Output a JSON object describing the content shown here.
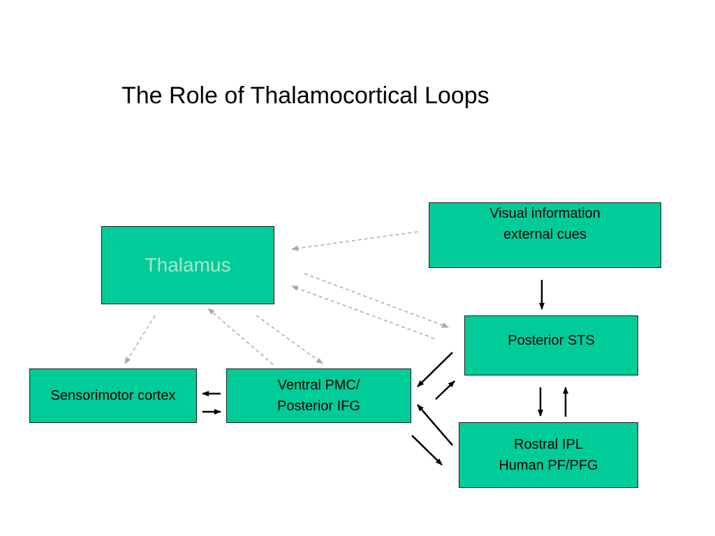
{
  "slide": {
    "title": "The Role of Thalamocortical Loops"
  },
  "nodes": {
    "thalamus": {
      "lines": [
        "Thalamus"
      ]
    },
    "visual": {
      "lines": [
        "Visual information",
        "external cues"
      ]
    },
    "posterior_sts": {
      "lines": [
        "Posterior STS"
      ]
    },
    "sensorimotor": {
      "lines": [
        "Sensorimotor cortex"
      ]
    },
    "ventral_pmc": {
      "lines": [
        "Ventral PMC/",
        "Posterior IFG"
      ]
    },
    "rostral_ipl": {
      "lines": [
        "Rostral IPL",
        "Human PF/PFG"
      ]
    }
  },
  "colors": {
    "box_fill": "#00cc99",
    "thalamus_text": "#a8e6cf",
    "dashed_arrow": "#aaaaaa",
    "solid_arrow": "#000000"
  }
}
